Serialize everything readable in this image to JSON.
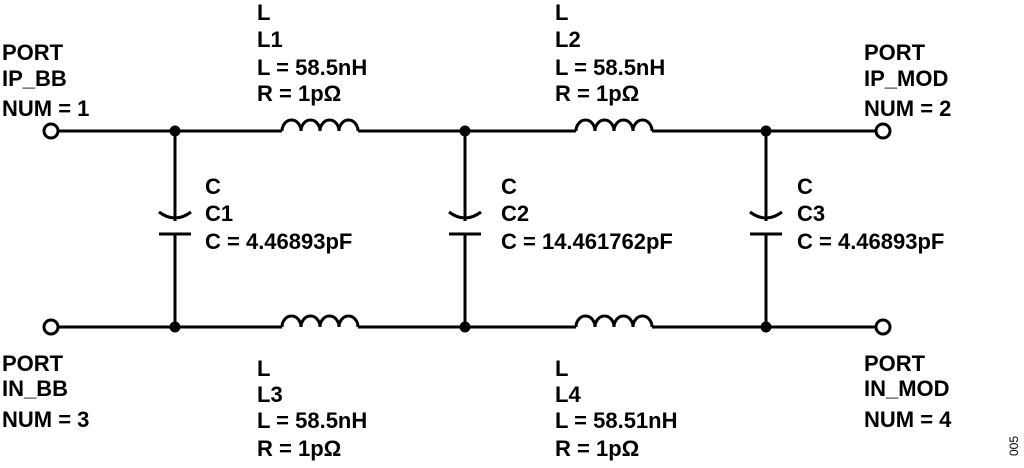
{
  "ports": [
    {
      "id": "port-ip-bb",
      "lines": [
        "PORT",
        "IP_BB",
        "NUM = 1"
      ]
    },
    {
      "id": "port-ip-mod",
      "lines": [
        "PORT",
        "IP_MOD",
        "NUM = 2"
      ]
    },
    {
      "id": "port-in-bb",
      "lines": [
        "PORT",
        "IN_BB",
        "NUM = 3"
      ]
    },
    {
      "id": "port-in-mod",
      "lines": [
        "PORT",
        "IN_MOD",
        "NUM = 4"
      ]
    }
  ],
  "inductors": [
    {
      "id": "L1",
      "lines": [
        "L",
        "L1",
        "L = 58.5nH",
        "R = 1pΩ"
      ]
    },
    {
      "id": "L2",
      "lines": [
        "L",
        "L2",
        "L = 58.5nH",
        "R = 1pΩ"
      ]
    },
    {
      "id": "L3",
      "lines": [
        "L",
        "L3",
        "L = 58.5nH",
        "R = 1pΩ"
      ]
    },
    {
      "id": "L4",
      "lines": [
        "L",
        "L4",
        "L = 58.51nH",
        "R = 1pΩ"
      ]
    }
  ],
  "capacitors": [
    {
      "id": "C1",
      "lines": [
        "C",
        "C1",
        "C = 4.46893pF"
      ]
    },
    {
      "id": "C2",
      "lines": [
        "C",
        "C2",
        "C = 14.461762pF"
      ]
    },
    {
      "id": "C3",
      "lines": [
        "C",
        "C3",
        "C = 4.46893pF"
      ]
    }
  ],
  "figure_id": "005",
  "colors": {
    "wire": "#000000",
    "background": "#ffffff"
  }
}
